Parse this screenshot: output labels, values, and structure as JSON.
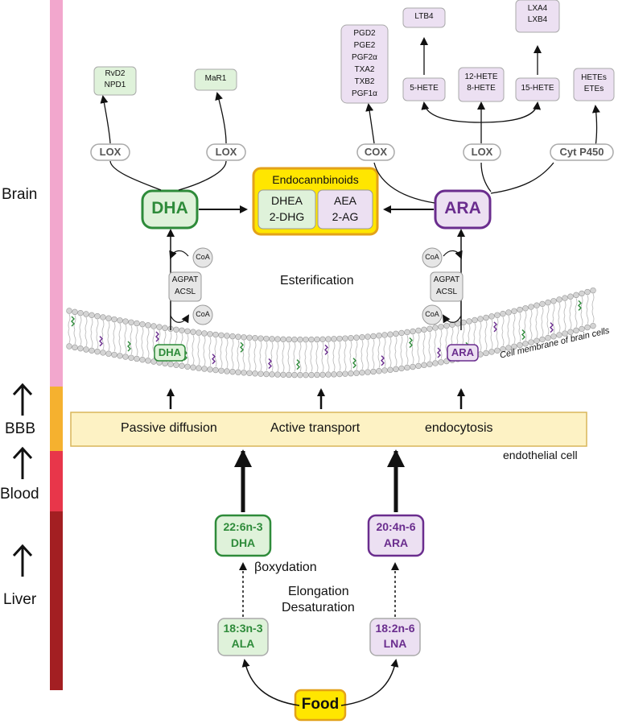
{
  "colors": {
    "brain_bar": "#f2a7cd",
    "bbb_bar": "#f5b12f",
    "blood_bar": "#e8364a",
    "liver_bar": "#a31f22",
    "n3_green": "#2e8b3a",
    "n3_fill": "#dff2da",
    "n6_purple": "#6a2d8e",
    "n6_fill": "#ece0f2",
    "endo_yellow": "#ffe600",
    "endo_border": "#e3a21a",
    "bbb_band": "#fdf2c4"
  },
  "regions": {
    "brain": "Brain",
    "bbb": "BBB",
    "blood": "Blood",
    "liver": "Liver"
  },
  "food": "Food",
  "precursors": {
    "ala": {
      "code": "18:3n-3",
      "name": "ALA"
    },
    "lna": {
      "code": "18:2n-6",
      "name": "LNA"
    },
    "dha_liver": {
      "code": "22:6n-3",
      "name": "DHA"
    },
    "ara_liver": {
      "code": "20:4n-6",
      "name": "ARA"
    }
  },
  "steps": {
    "beta_ox": "βoxydation",
    "elongation": "Elongation",
    "desaturation": "Desaturation"
  },
  "transport": {
    "passive": "Passive diffusion",
    "active": "Active transport",
    "endocytosis": "endocytosis",
    "endothelial": "endothelial cell"
  },
  "membrane": {
    "label": "Cell membrane of brain cells",
    "dha_tag": "DHA",
    "ara_tag": "ARA"
  },
  "esterification": {
    "title": "Esterification",
    "coa": "CoA",
    "enzyme1": "AGPAT",
    "enzyme2": "ACSL"
  },
  "brain": {
    "dha": "DHA",
    "ara": "ARA",
    "endo_title": "Endocannbinoids",
    "endo_left": [
      "DHEA",
      "2-DHG"
    ],
    "endo_right": [
      "AEA",
      "2-AG"
    ]
  },
  "enzymes": {
    "lox": "LOX",
    "cox": "COX",
    "cyp": "Cyt P450"
  },
  "products": {
    "rvd2": [
      "RvD2",
      "NPD1"
    ],
    "mar1": [
      "MaR1"
    ],
    "prostanoids": [
      "PGD2",
      "PGE2",
      "PGF2α",
      "TXA2",
      "TXB2",
      "PGF1α"
    ],
    "ltb4": [
      "LTB4"
    ],
    "hete5": [
      "5-HETE"
    ],
    "hete12": [
      "12-HETE",
      "8-HETE"
    ],
    "hete15": [
      "15-HETE"
    ],
    "lxa4": [
      "LXA4",
      "LXB4"
    ],
    "hetes": [
      "HETEs",
      "ETEs"
    ]
  }
}
